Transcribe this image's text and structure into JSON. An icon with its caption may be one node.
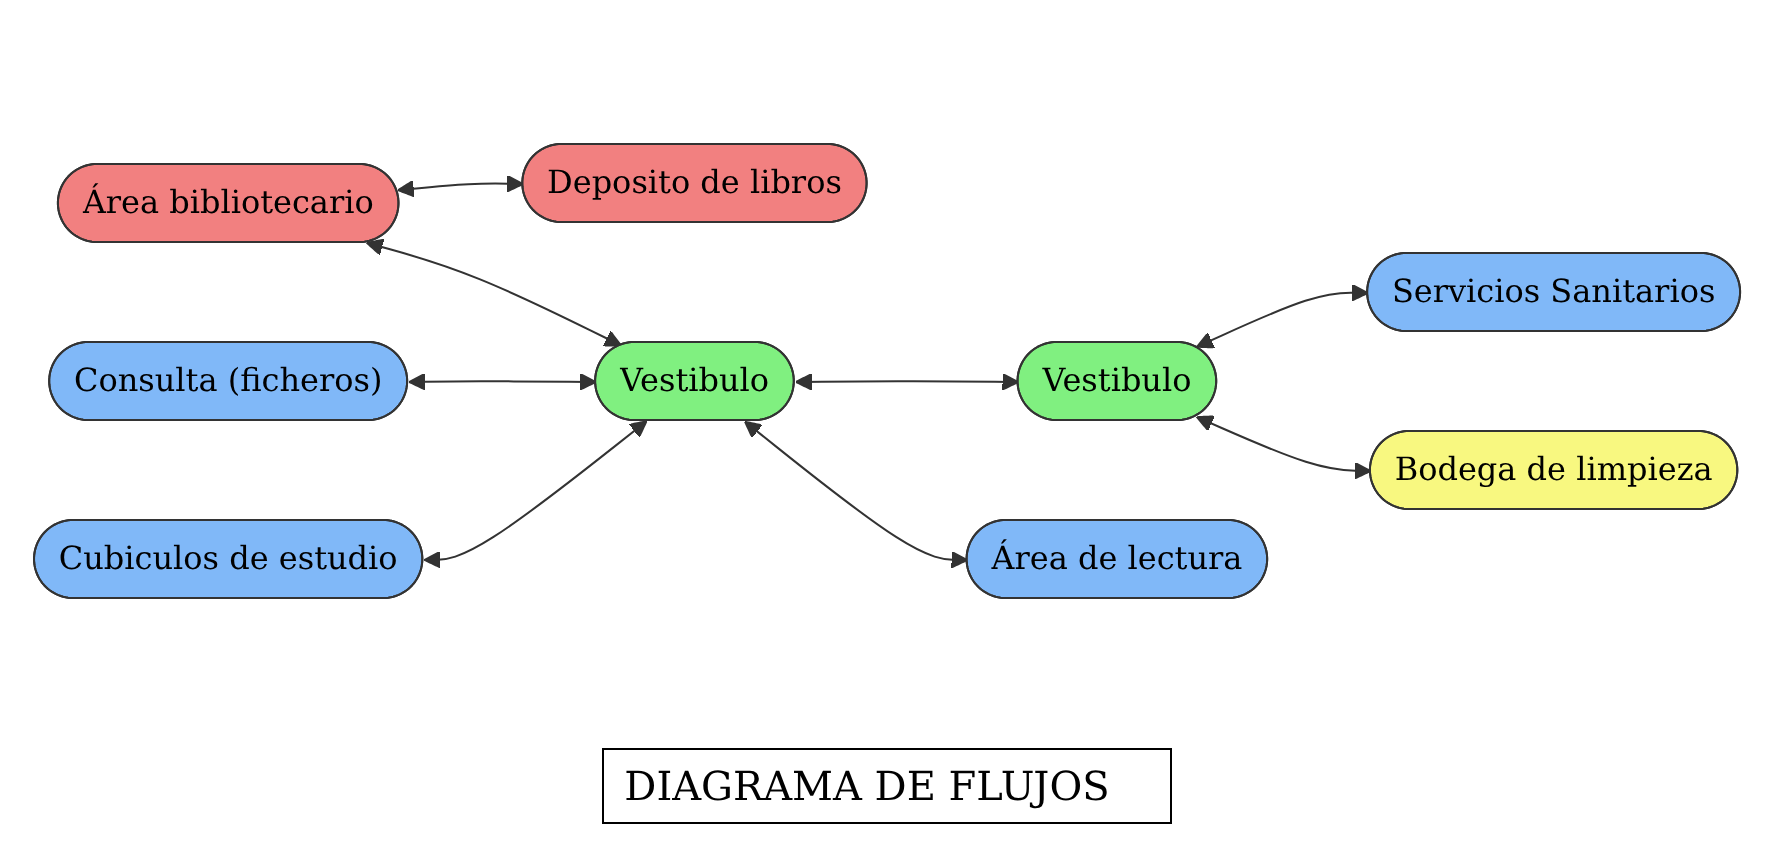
{
  "diagram": {
    "title": "DIAGRAMA DE FLUJOS",
    "nodes": [
      {
        "text": [
          "Área bibliotecario"
        ]
      },
      {
        "text": [
          "Deposito de libros"
        ]
      },
      {
        "text": [
          "Consulta (ficheros)"
        ]
      },
      {
        "text": [
          "Vestibulo"
        ]
      },
      {
        "text": [
          "Vestibulo"
        ]
      },
      {
        "text": [
          "Servicios Sanitarios"
        ]
      },
      {
        "text": [
          "Cubiculos de estudio"
        ]
      },
      {
        "text": [
          "Área de lectura"
        ]
      },
      {
        "text": [
          "Bodega de limpieza"
        ]
      }
    ],
    "edges": [
      {
        "from": 0,
        "to": 1,
        "arrow": "both"
      },
      {
        "from": 0,
        "to": 3,
        "arrow": "both"
      },
      {
        "from": 2,
        "to": 3,
        "arrow": "both"
      },
      {
        "from": 3,
        "to": 4,
        "arrow": "both"
      },
      {
        "from": 4,
        "to": 5,
        "arrow": "both"
      },
      {
        "from": 6,
        "to": 3,
        "arrow": "both"
      },
      {
        "from": 3,
        "to": 7,
        "arrow": "both"
      },
      {
        "from": 4,
        "to": 8,
        "arrow": "both"
      }
    ]
  }
}
